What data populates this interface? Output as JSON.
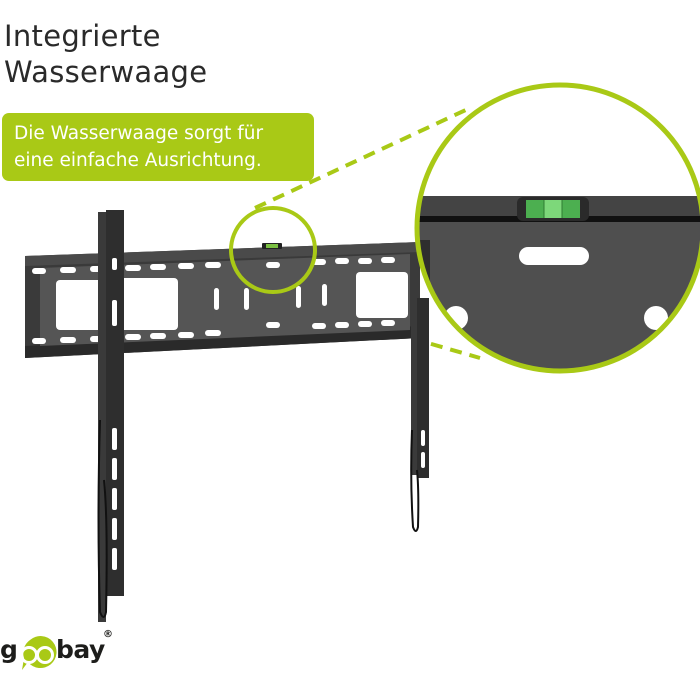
{
  "headline": {
    "line1": "Integrierte",
    "line2": "Wasserwaage"
  },
  "callout": {
    "line1": "Die Wasserwaage sorgt für",
    "line2": "eine einfache Ausrichtung.",
    "background_color": "#a9c916",
    "text_color": "#ffffff"
  },
  "product_image": {
    "subject": "tv-wall-mount-bracket",
    "feature": "integrated-spirit-level",
    "magnifier_icon": "zoom-circle-icon",
    "accent_color": "#a9c916"
  },
  "brand": {
    "name": "goobay",
    "prefix": "g",
    "highlight": "oo",
    "suffix": "bay",
    "trademark": "®",
    "accent_color": "#a9c916"
  }
}
